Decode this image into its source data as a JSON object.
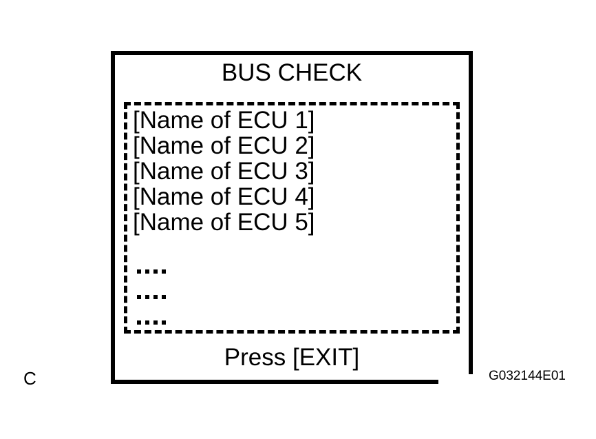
{
  "figure": {
    "letter": "C",
    "code": "G032144E01",
    "background_color": "#ffffff",
    "line_color": "#000000"
  },
  "screen": {
    "title": "BUS CHECK",
    "exit_hint": "Press [EXIT]",
    "list_panel": {
      "border_style": "dashed",
      "items": [
        {
          "label": "[Name of ECU 1]"
        },
        {
          "label": "[Name of ECU 2]"
        },
        {
          "label": "[Name of ECU 3]"
        },
        {
          "label": "[Name of ECU 4]"
        },
        {
          "label": "[Name of ECU 5]"
        }
      ],
      "continuation_rows": [
        {
          "dots": 4
        },
        {
          "dots": 4
        },
        {
          "dots": 4
        }
      ]
    }
  }
}
